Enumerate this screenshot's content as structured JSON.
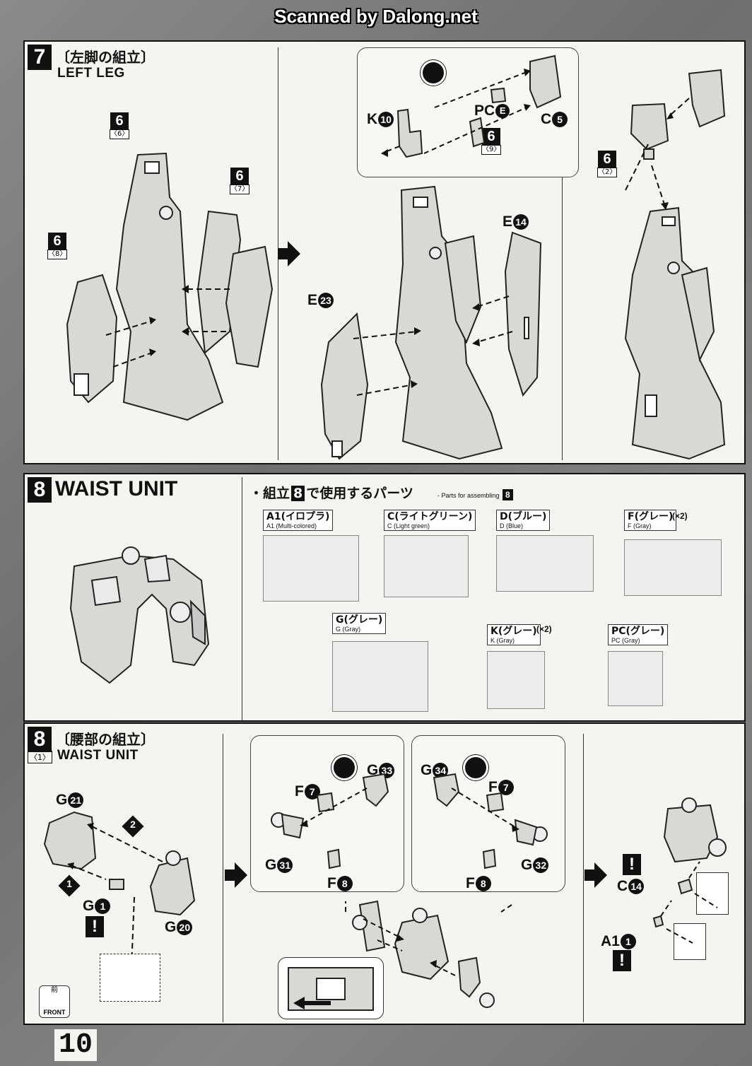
{
  "watermark": "Scanned by Dalong.net",
  "page_number": "10",
  "step7": {
    "number": "7",
    "title_jp": "〔左脚の組立〕",
    "title_en": "LEFT LEG",
    "badges": [
      {
        "num": "6",
        "sub": "〈6〉"
      },
      {
        "num": "6",
        "sub": "〈7〉"
      },
      {
        "num": "6",
        "sub": "〈8〉"
      },
      {
        "num": "6",
        "sub": "〈9〉"
      },
      {
        "num": "6",
        "sub": "〈2〉"
      }
    ],
    "labels": {
      "k10": "K",
      "k10_n": "10",
      "pce": "PC",
      "pce_n": "E",
      "c5": "C",
      "c5_n": "5",
      "e14": "E",
      "e14_n": "14",
      "e23": "E",
      "e23_n": "23"
    }
  },
  "section8_parts": {
    "number": "8",
    "title_en": "WAIST UNIT",
    "parts_heading_jp": "・組立",
    "parts_heading_jp2": "で使用するパーツ",
    "parts_heading_num": "8",
    "parts_heading_en": "- Parts for assembling",
    "runners": [
      {
        "jp": "A1(イロプラ)",
        "en": "A1 (Multi-colored)",
        "mult": ""
      },
      {
        "jp": "C(ライトグリーン)",
        "en": "C (Light green)",
        "mult": ""
      },
      {
        "jp": "D(ブルー)",
        "en": "D (Blue)",
        "mult": ""
      },
      {
        "jp": "F(グレー)",
        "en": "F (Gray)",
        "mult": "(×2)"
      },
      {
        "jp": "G(グレー)",
        "en": "G (Gray)",
        "mult": ""
      },
      {
        "jp": "K(グレー)",
        "en": "K (Gray)",
        "mult": "(×2)"
      },
      {
        "jp": "PC(グレー)",
        "en": "PC (Gray)",
        "mult": ""
      }
    ]
  },
  "step8": {
    "number": "8",
    "title_jp": "〔腰部の組立〕",
    "sub_num": "〈1〉",
    "title_en": "WAIST UNIT",
    "front_jp": "前",
    "front_en": "FRONT",
    "labels": {
      "g21": "G",
      "g21_n": "21",
      "g1": "G",
      "g1_n": "1",
      "g20": "G",
      "g20_n": "20",
      "step1": "1",
      "step2": "2",
      "g33": "G",
      "g33_n": "33",
      "g34": "G",
      "g34_n": "34",
      "f7a": "F",
      "f7a_n": "7",
      "f7b": "F",
      "f7b_n": "7",
      "g31": "G",
      "g31_n": "31",
      "g32": "G",
      "g32_n": "32",
      "f8a": "F",
      "f8a_n": "8",
      "f8b": "F",
      "f8b_n": "8",
      "c14": "C",
      "c14_n": "14",
      "a1": "A1",
      "a1_n": "1"
    },
    "warning": "!"
  }
}
